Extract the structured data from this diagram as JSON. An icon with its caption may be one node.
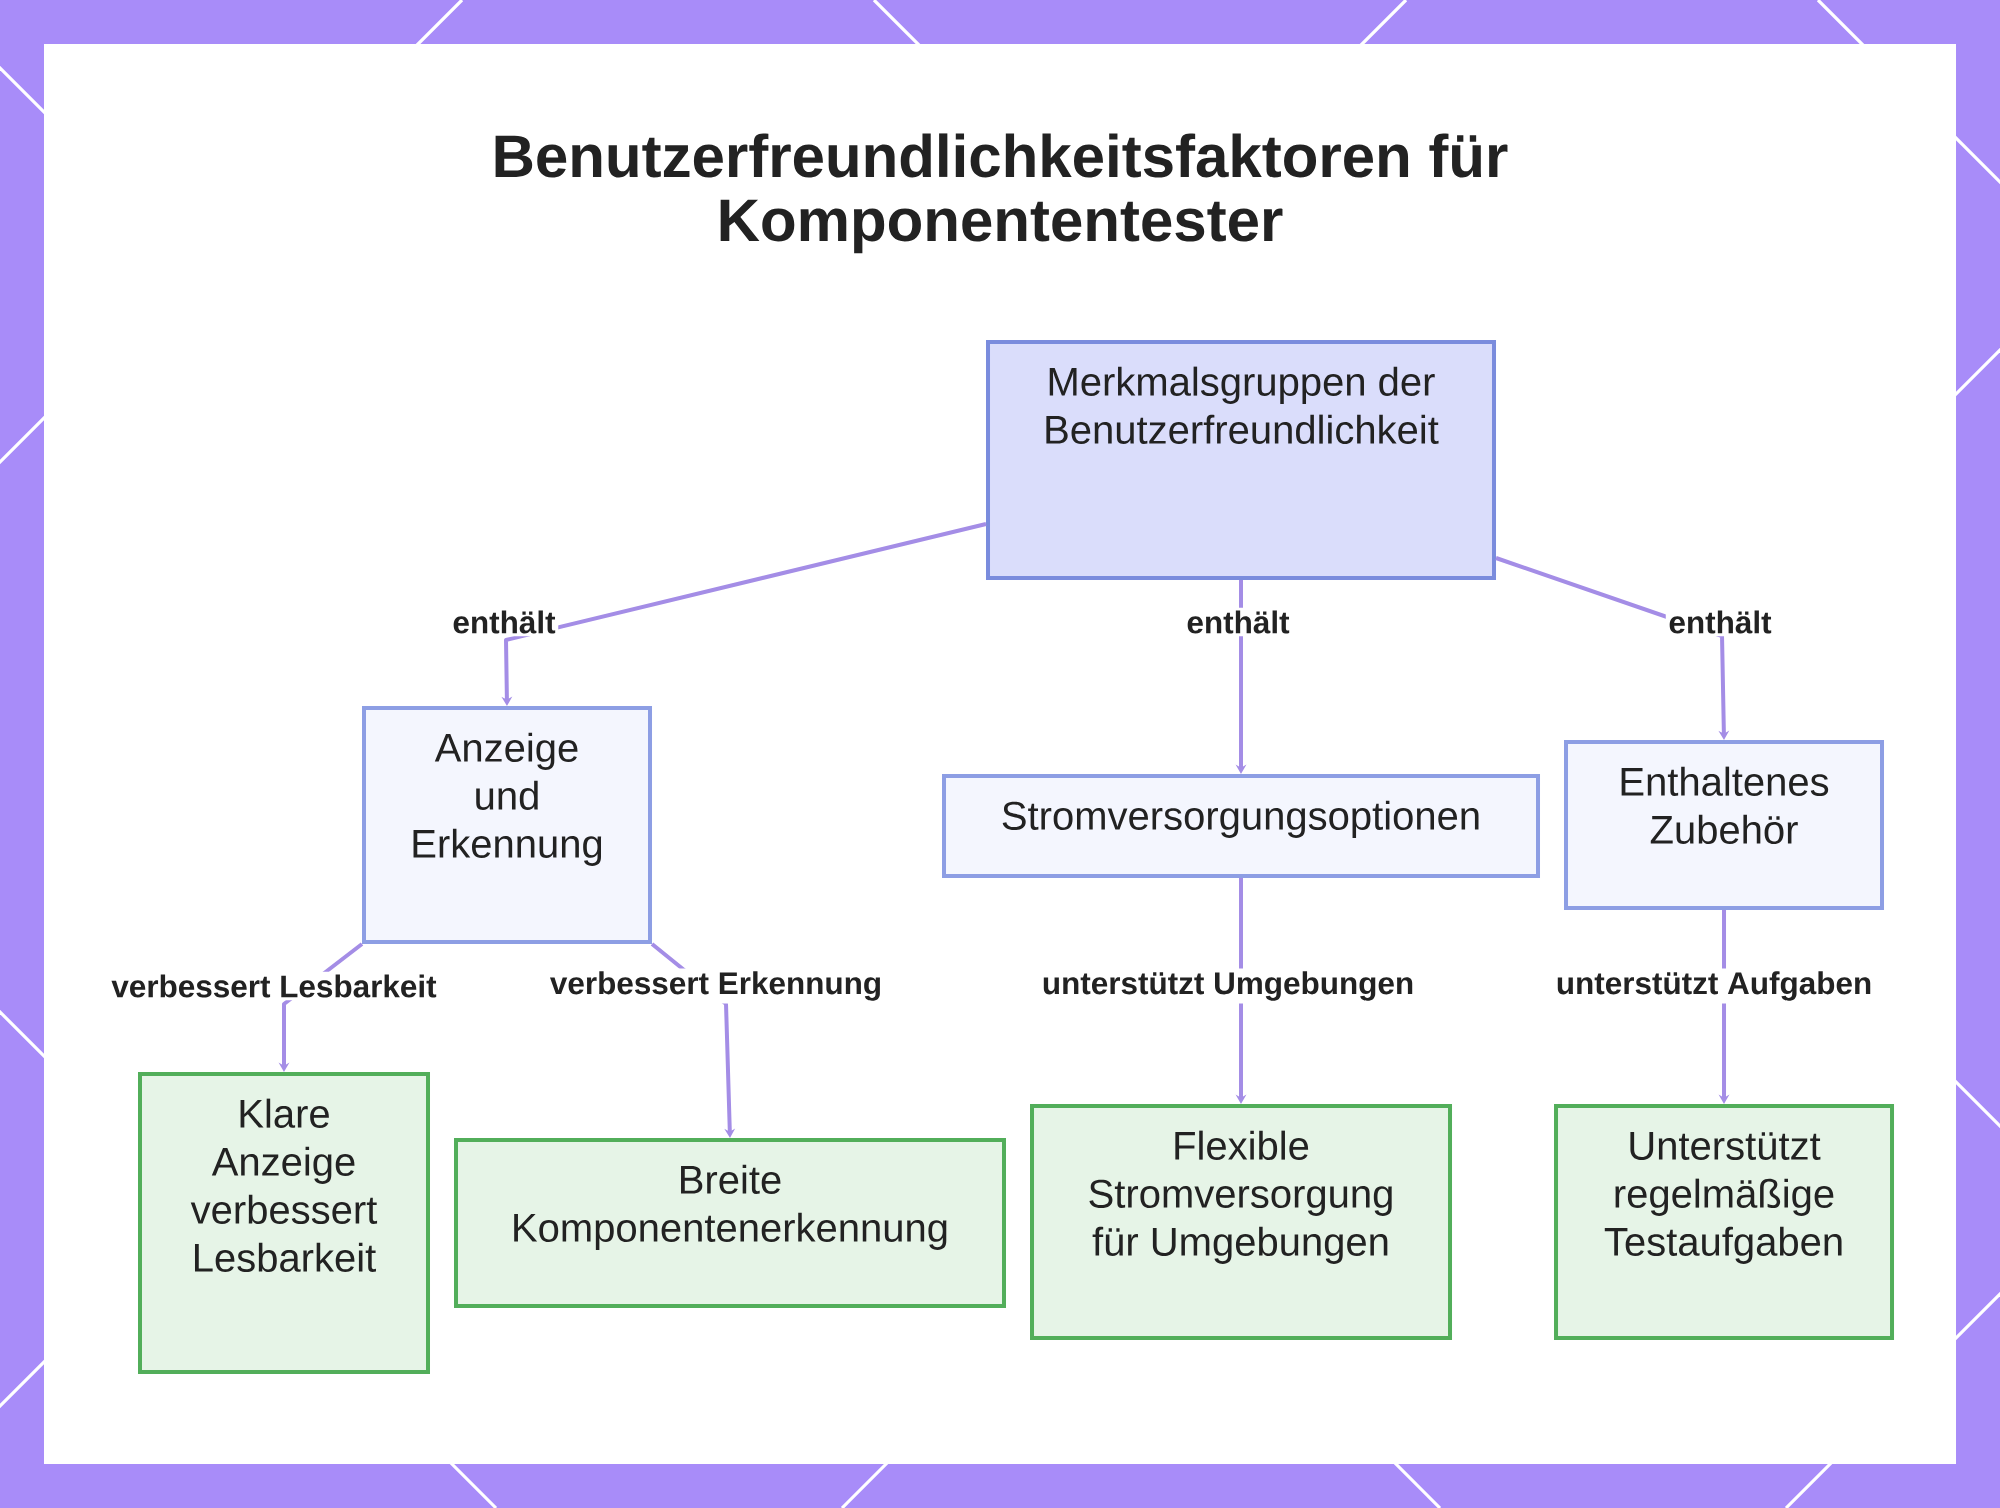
{
  "diagram": {
    "title": "Benutzerfreundlichkeitsfaktoren für Komponententester",
    "nodes": [
      {
        "text": [
          "Merkmalsgruppen der Benutzerfreundlichkeit"
        ]
      },
      {
        "text": [
          "Anzeige und Erkennung"
        ]
      },
      {
        "text": [
          "Stromversorgungsoptionen"
        ]
      },
      {
        "text": [
          "Enthaltenes Zubehör"
        ]
      },
      {
        "text": [
          "Klare Anzeige verbessert Lesbarkeit"
        ]
      },
      {
        "text": [
          "Breite Komponentenerkennung"
        ]
      },
      {
        "text": [
          "Flexible Stromversorgung für Umgebungen"
        ]
      },
      {
        "text": [
          "Unterstützt regelmäßige Testaufgaben"
        ]
      }
    ],
    "edges": [
      {
        "from": 0,
        "to": 1,
        "arrow": "to",
        "label": "enthält"
      },
      {
        "from": 0,
        "to": 2,
        "arrow": "to",
        "label": "enthält"
      },
      {
        "from": 0,
        "to": 3,
        "arrow": "to",
        "label": "enthält"
      },
      {
        "from": 1,
        "to": 4,
        "arrow": "to",
        "label": "verbessert Lesbarkeit"
      },
      {
        "from": 1,
        "to": 5,
        "arrow": "to",
        "label": "verbessert Erkennung"
      },
      {
        "from": 2,
        "to": 6,
        "arrow": "to",
        "label": "unterstützt Umgebungen"
      },
      {
        "from": 3,
        "to": 7,
        "arrow": "to",
        "label": "unterstützt Aufgaben"
      }
    ]
  }
}
